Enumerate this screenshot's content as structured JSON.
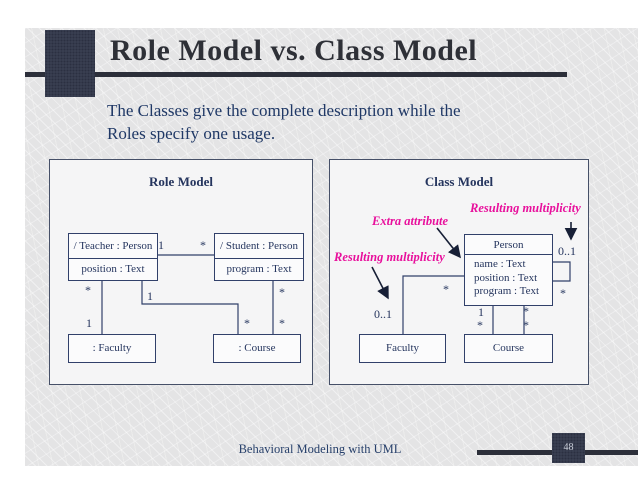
{
  "slide": {
    "title": "Role Model vs. Class Model",
    "subtitle": {
      "line1": "The Classes give the complete description while the",
      "line2": "Roles specify one usage."
    },
    "footer": {
      "text": "Behavioral Modeling with UML",
      "page_number": "48"
    }
  },
  "role_model": {
    "title": "Role Model",
    "classes": {
      "teacher": {
        "name": "/ Teacher : Person",
        "attribute": "position : Text"
      },
      "student": {
        "name": "/ Student : Person",
        "attribute": "program : Text"
      },
      "faculty": {
        "name": ": Faculty"
      },
      "course": {
        "name": ": Course"
      }
    },
    "multiplicities": {
      "teacher_student_left": "1",
      "teacher_student_right": "*",
      "teacher_faculty_top": "*",
      "teacher_faculty_bottom": "1",
      "teacher_course_top": "1",
      "teacher_course_bottom": "*",
      "student_course_top": "*",
      "student_course_bottom": "*"
    }
  },
  "class_model": {
    "title": "Class Model",
    "annotations": {
      "extra_attribute": "Extra attribute",
      "resulting_multiplicity_top": "Resulting multiplicity",
      "resulting_multiplicity_left": "Resulting multiplicity"
    },
    "classes": {
      "person": {
        "name": "Person",
        "attributes": [
          "name : Text",
          "position : Text",
          "program : Text"
        ]
      },
      "faculty": {
        "name": "Faculty"
      },
      "course": {
        "name": "Course"
      }
    },
    "multiplicities": {
      "self_association_top": "0..1",
      "self_association_bottom": "*",
      "person_faculty_near_person": "*",
      "person_faculty_near_faculty": "0..1",
      "person_course_left_top": "1",
      "person_course_left_bottom": "*",
      "person_course_right_top": "*",
      "person_course_right_bottom": "*"
    }
  },
  "colors": {
    "annotation_magenta": "#e8109c",
    "diagram_ink": "#25355e",
    "title_bar_slate": "#3c4154",
    "subtitle_navy": "#1f3866",
    "slide_background": "#e4e4e5"
  }
}
